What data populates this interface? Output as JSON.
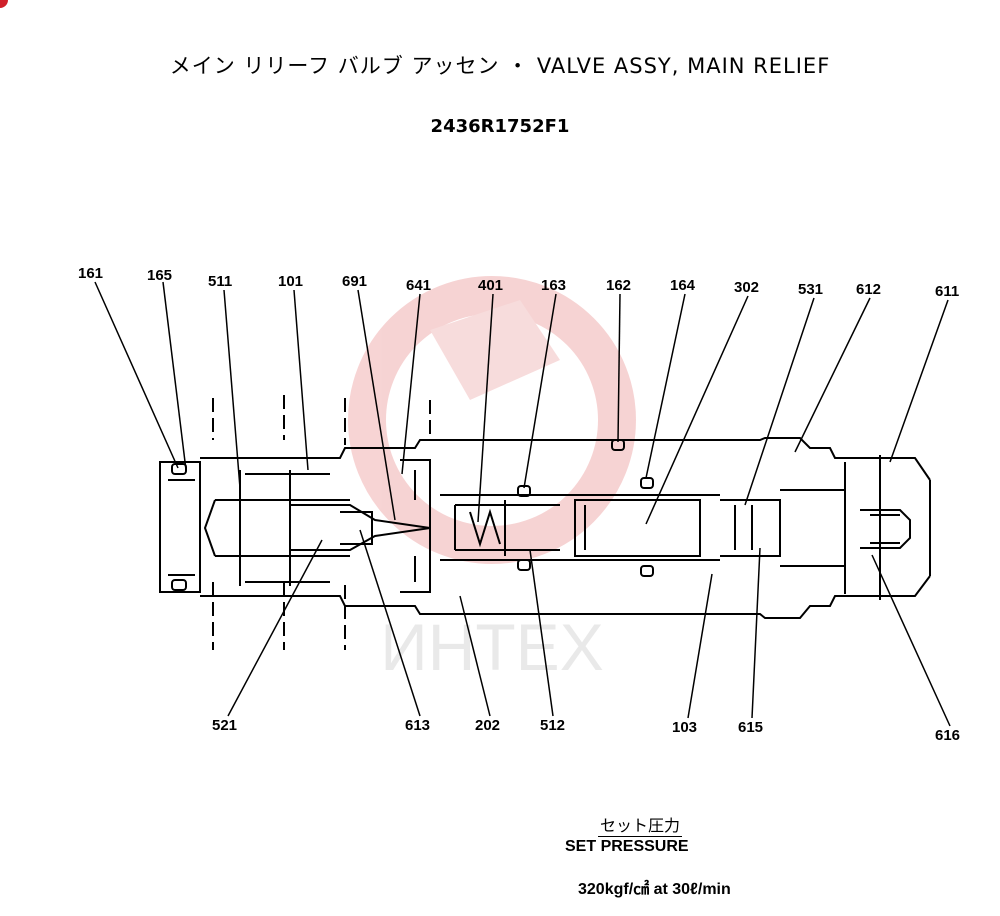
{
  "title": "メイン リリーフ バルブ アッセン ・ VALVE ASSY, MAIN RELIEF",
  "part_number": "2436R1752F1",
  "watermark": "ИНТЕХ",
  "watermark_color": "#e9a0a0",
  "labels": {
    "l161": "161",
    "l165": "165",
    "l511": "511",
    "l101": "101",
    "l691": "691",
    "l641": "641",
    "l401": "401",
    "l163": "163",
    "l162": "162",
    "l164": "164",
    "l302": "302",
    "l531": "531",
    "l612": "612",
    "l611": "611",
    "l521": "521",
    "l613": "613",
    "l202": "202",
    "l512": "512",
    "l103": "103",
    "l615": "615",
    "l616": "616"
  },
  "set_pressure": {
    "label_jp": "セット圧力",
    "label_en": "SET PRESSURE",
    "value": "320kgf/㎠  at  30ℓ/min"
  }
}
